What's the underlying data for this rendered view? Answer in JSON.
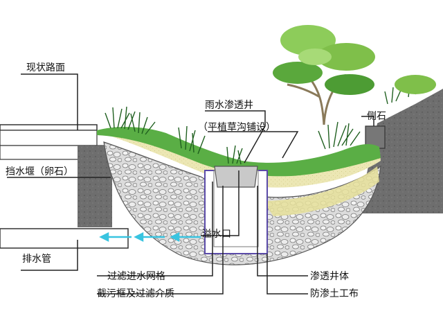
{
  "labels": {
    "existing_road": "现状路面",
    "rain_well": "雨水渗透井",
    "rain_well_sub": "（平植草沟铺设）",
    "side_stone": "侧石",
    "weir": "挡水堰（卵石）",
    "overflow": "溢水口",
    "drain_pipe": "排水管",
    "grate": "过滤进水网格",
    "filter_box": "截污框及过滤介质",
    "well_body": "渗透井体",
    "geotextile": "防渗土工布"
  },
  "colors": {
    "soil": "#6f6f6f",
    "sand": "#ece7b4",
    "gravel": "#d4d4d4",
    "grass": "#3f9b3a",
    "tree_leaf": "#7fbf4a",
    "well_border": "#5a4aa8",
    "flow_arrow": "#39c4e0"
  }
}
